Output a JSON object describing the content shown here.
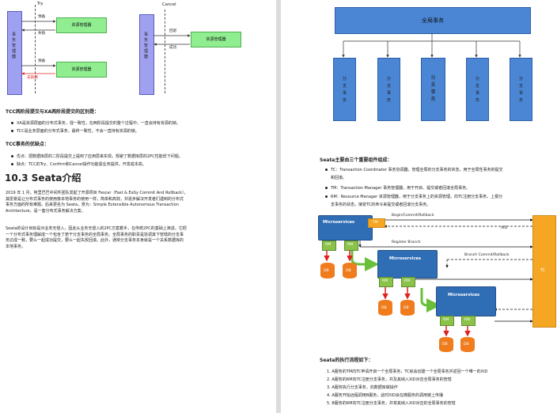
{
  "left": {
    "diagram": {
      "try_label": "Try",
      "cancel_label": "Cancel",
      "tm_left": "事务管理器",
      "rm_top_left": "资源管理器",
      "rm_bottom_left": "资源管理器",
      "tm_right": "事务管理器",
      "rm_right": "资源管理器",
      "arrow_preparing_top": "预备",
      "arrow_failed": "失败",
      "arrow_preparing_bottom": "预备",
      "arrow_not_ready": "未就绪",
      "arrow_rollback": "回退",
      "arrow_success": "成功"
    },
    "diff_heading": "TCC两阶段提交与XA两阶段提交的区别是：",
    "diff_items": [
      "XA是资源层面的分布式事务，强一致性，在两阶段提交的整个过程中，一直会持有资源的锁。",
      "TCC是业务层面的分布式事务，最终一致性，不会一直持有资源的锁。"
    ],
    "proscons_heading": "TCC事务的优缺点：",
    "proscons_items": [
      "优点：把数据库层的二阶段提交上提到了应用层来实现，规避了数据库层的2PC性能低下问题。",
      "缺点：TCC的Try、Confirm和Cancel操作功能需业务提供，开发成本高。"
    ],
    "section_title": "10.3 Seata介绍",
    "para1": [
      "2019 年 1 月，阿里巴巴中间件团队发起了开源项目 Fescar（Fast & EaSy Commit And Rollback），",
      "其愿景是让分布式事务的使用像本地事务的使用一样，简单和高效，并逐步解决开发者们遇到的分布式",
      "事务方面的所有难题。后来更名为 Seata，意为：Simple Extensible Autonomous Transaction",
      "Architecture，是一套分布式事务解决方案。"
    ],
    "para2": [
      "Seata的设计目标是对业务无侵入，因此从业务无侵入的2PC方案着手，在传统2PC的基础上演进。它把",
      "一个分布式事务理解成一个包含了若干分支事务的全局事务。全局事务的职责是协调其下管辖的分支事",
      "务达成一致，要么一起成功提交，要么一起失败回滚。此外，通常分支事务本身就是一个关系数据库的",
      "本地事务。"
    ]
  },
  "right": {
    "global_tx_label": "全局事务",
    "branch_labels": [
      "分\n支\n事\n务",
      "分\n支\n事\n务",
      "分\n支\n事\n务",
      "分\n支\n事\n务",
      "分\n支\n事\n务"
    ],
    "components_heading": "Seata主要由三个重要组件组成：",
    "components": [
      "TC：Transaction Coordinator 事务协调器，管理全局的分支事务的状态，用于全局性事务的提交",
      "和回滚。",
      "TM：Transaction Manager 事务管理器，用于开启、提交或者回滚全局事务。",
      "RM：Resource Manager 资源管理器，用于分支事务上的资源管理，向TC注册分支事务，上报分",
      "支事务的状态，接受TC的命令来提交或者回滚分支事务。"
    ],
    "arch": {
      "microservices": "Microservices",
      "tm": "TM",
      "rm": "RM",
      "db": "DB",
      "tc": "TC",
      "begin_label": "Begin/Commit/Rollback",
      "xid_label": "XID",
      "register_label": "Register Branch",
      "branch_label": "Branch Commit/Rollback"
    },
    "flow_heading": "Seata的执行流程如下：",
    "flow_steps": [
      "1. A服务的TM向TC申请开启一个全局事务，TC就会创建一个全局事务并返回一个唯一的XID",
      "2. A服务的RM向TC注册分支事务，并及其纳入XID对应全局事务的管辖",
      "3. A服务执行分支事务，向数据库做操作",
      "4. A服务开始远程调用B服务，此时XID会在微服务的调用链上传播",
      "5. B服务的RM向TC注册分支事务，并将其纳入XID对应的全局事务的管辖"
    ],
    "colors": {
      "purple_box": "#9fa1f0",
      "green_box": "#90ee90",
      "blue_box": "#4a86d4",
      "tc_orange": "#f5a623",
      "db_orange": "#f07c1e",
      "rm_green": "#8bc34a",
      "red_arrow": "#e02020"
    }
  }
}
